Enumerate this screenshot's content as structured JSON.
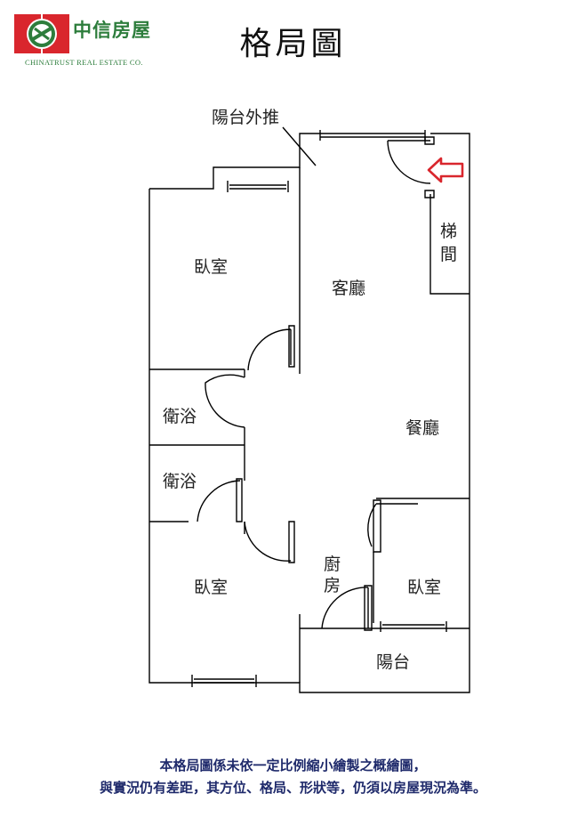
{
  "brand": {
    "name": "中信房屋",
    "subtitle": "CHINATRUST REAL ESTATE CO.",
    "accent_red": "#d9262d",
    "accent_green": "#2d7d3c"
  },
  "title": "格局圖",
  "annotation": "陽台外推",
  "rooms": {
    "bedroom_top_left": "臥室",
    "living_room": "客廳",
    "stairwell_line1": "梯",
    "stairwell_line2": "間",
    "bathroom_upper": "衛浴",
    "dining_room": "餐廳",
    "bathroom_lower": "衛浴",
    "bedroom_bottom_left": "臥室",
    "kitchen_line1": "廚",
    "kitchen_line2": "房",
    "bedroom_bottom_right": "臥室",
    "balcony": "陽台"
  },
  "entrance_arrow_color": "#d9262d",
  "disclaimer": {
    "line1": "本格局圖係未依一定比例縮小繪製之概繪圖，",
    "line2": "與實況仍有差距，其方位、格局、形狀等，仍須以房屋現況為準。"
  }
}
